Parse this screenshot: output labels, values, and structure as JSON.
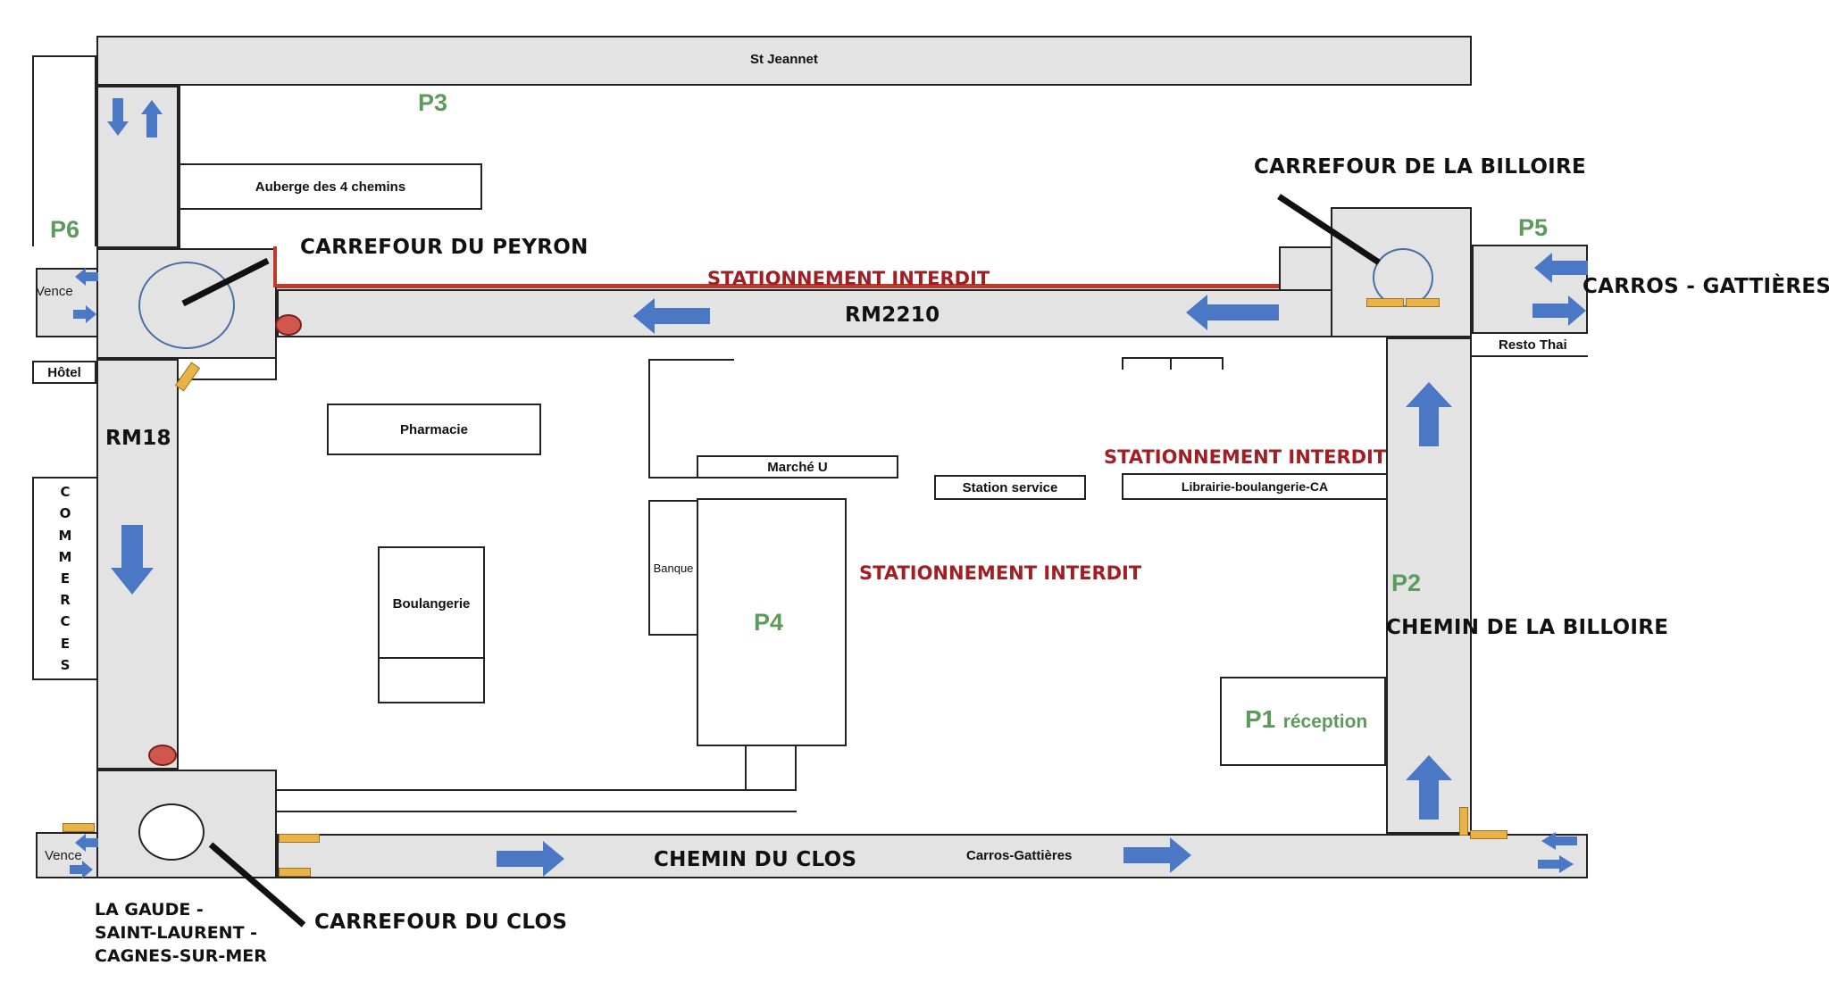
{
  "roads": {
    "st_jeannet": "St Jeannet",
    "rm2210": "RM2210",
    "rm18": "RM18",
    "chemin_du_clos": "CHEMIN DU CLOS",
    "carros_gattieres_small": "Carros-Gattières",
    "chemin_de_la_billoire": "CHEMIN DE LA BILLOIRE",
    "vence_top": "Vence",
    "vence_bottom": "Vence"
  },
  "roundabouts": {
    "peyron": "CARREFOUR DU PEYRON",
    "billoire": "CARREFOUR DE LA BILLOIRE",
    "clos": "CARREFOUR DU CLOS"
  },
  "destinations": {
    "carros_gattieres": "CARROS - GATTIÈRES",
    "la_gaude_line1": "LA GAUDE -",
    "la_gaude_line2": "SAINT-LAURENT -",
    "la_gaude_line3": "CAGNES-SUR-MER"
  },
  "warnings": {
    "top": "STATIONNEMENT INTERDIT",
    "right": "STATIONNEMENT INTERDIT",
    "center": "STATIONNEMENT INTERDIT"
  },
  "parkings": {
    "p1": "P1",
    "p1_sub": "réception",
    "p2": "P2",
    "p3": "P3",
    "p4": "P4",
    "p5": "P5",
    "p6": "P6"
  },
  "buildings": {
    "auberge": "Auberge des 4 chemins",
    "pharmacie": "Pharmacie",
    "boulangerie": "Boulangerie",
    "marche_u": "Marché U",
    "station_service": "Station service",
    "librairie": "Librairie-boulangerie-CA",
    "banque": "Banque",
    "hotel": "Hôtel",
    "resto_thai": "Resto Thai",
    "commerces": [
      "C",
      "O",
      "M",
      "M",
      "E",
      "R",
      "C",
      "E",
      "S"
    ]
  },
  "colors": {
    "arrow": "#4a78c4",
    "warning": "#a01f24",
    "parking": "#5d9a5d",
    "road": "#e3e3e3",
    "barrier": "#e8b44a"
  }
}
